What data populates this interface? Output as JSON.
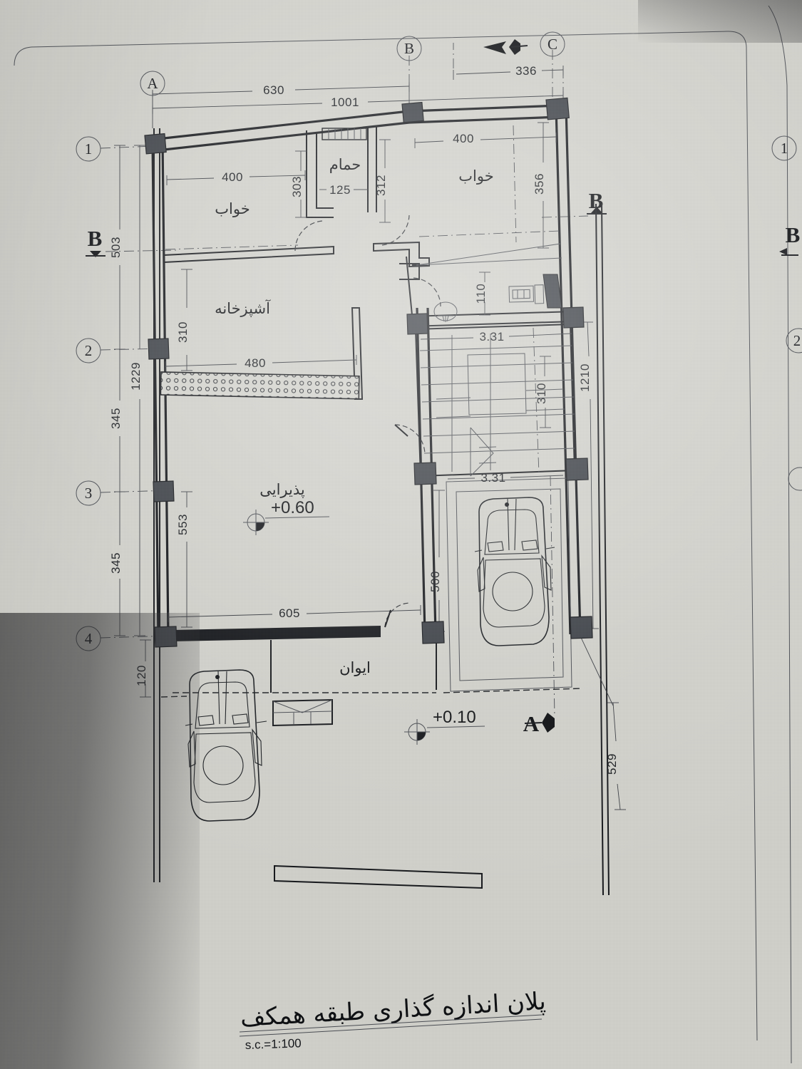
{
  "drawing": {
    "title": "پلان اندازه گذاری طبقه همکف",
    "scale_label": "s.c.=1:100",
    "sheet_type": "architectural-floor-plan"
  },
  "grid_labels": {
    "vertical": [
      "A",
      "B",
      "C"
    ],
    "horizontal": [
      "1",
      "2",
      "3",
      "4"
    ]
  },
  "section_markers": [
    {
      "label": "B",
      "position": "left"
    },
    {
      "label": "B",
      "position": "right"
    },
    {
      "label": "A",
      "position": "top"
    },
    {
      "label": "A",
      "position": "bottom"
    }
  ],
  "rooms": [
    {
      "name": "خواب",
      "note": "bedroom-left"
    },
    {
      "name": "حمام",
      "note": "bathroom"
    },
    {
      "name": "خواب",
      "note": "bedroom-right"
    },
    {
      "name": "آشپزخانه",
      "note": "kitchen"
    },
    {
      "name": "پذیرایی",
      "note": "living-room"
    },
    {
      "name": "ایوان",
      "note": "terrace"
    }
  ],
  "levels": [
    {
      "value": "+0.60",
      "note": "living-room-level"
    },
    {
      "value": "+0.10",
      "note": "yard-level"
    }
  ],
  "dimensions": {
    "top_chain": [
      "630",
      "1001",
      "336"
    ],
    "left_chain": [
      "503",
      "345",
      "345",
      "1229"
    ],
    "right_chain": [
      "1210",
      "529"
    ],
    "interior": [
      "400",
      "303",
      "125",
      "312",
      "400",
      "356",
      "310",
      "480",
      "553",
      "605",
      "120",
      "110",
      "3.31",
      "310",
      "500",
      "3.31"
    ]
  },
  "dim_values": {
    "d630": "630",
    "d1001": "1001",
    "d336": "336",
    "d400a": "400",
    "d400b": "400",
    "d303": "303",
    "d125": "125",
    "d312": "312",
    "d356": "356",
    "d503": "503",
    "d310a": "310",
    "d480": "480",
    "d1229": "1229",
    "d345a": "345",
    "d345b": "345",
    "d553": "553",
    "d605": "605",
    "d120": "120",
    "d110": "110",
    "d331a": "3.31",
    "d310b": "310",
    "d1210": "1210",
    "d500": "500",
    "d331b": "3.31",
    "d529": "529"
  },
  "colors": {
    "paper": "#cfcfc9",
    "ink": "#16181c",
    "column_fill": "#3d4147",
    "thin_ink": "#4a4d53"
  },
  "next_page": {
    "grid_labels": [
      "1",
      "2"
    ],
    "section_marker": "B"
  }
}
